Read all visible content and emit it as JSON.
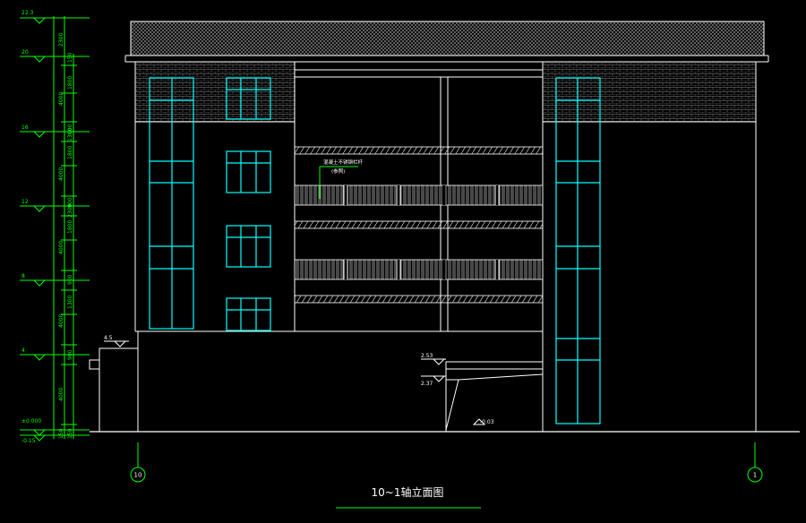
{
  "drawing_title": "10~1轴立面图",
  "callout_note_line1": "混凝土不锈钢栏杆",
  "callout_note_line2": "(参照)",
  "grid_left_label": "10",
  "grid_right_label": "1",
  "left_dimension_ruler": {
    "level_labels": [
      "22.3",
      "20",
      "16",
      "12",
      "8",
      "4",
      "±0.000",
      "-0.15"
    ],
    "segment_labels": [
      "2300",
      "150",
      "1800",
      "4000",
      "900",
      "1800",
      "1300",
      "4000",
      "900",
      "1800",
      "2300",
      "4000",
      "1300",
      "900",
      "4000",
      "900",
      "4000",
      "150",
      "150"
    ]
  },
  "elevation_marks": {
    "canopy_level": "4.5",
    "entry_top": "2.53",
    "entry_bottom": "2.37",
    "ground_entry": "-0.03"
  },
  "colors": {
    "background": "#000000",
    "outline": "#ffffff",
    "window": "#00ffff",
    "dimension": "#00ff00",
    "grid_bubble": "#00ff00",
    "roof_hatch": "#bbbbbb"
  }
}
